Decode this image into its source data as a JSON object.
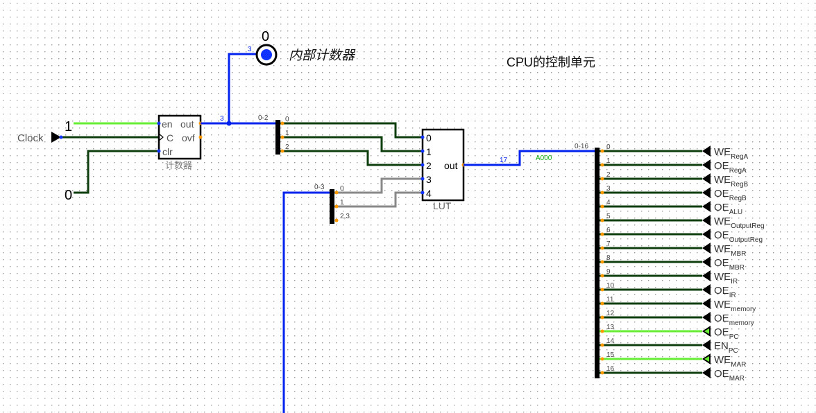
{
  "title": "CPU的控制单元",
  "colors": {
    "bus": "#0022ee",
    "wire_low": "#0e3d0e",
    "wire_high": "#66ee33",
    "wire_gray": "#888888",
    "pin": "#ff9900",
    "pin_blue": "#1133ff"
  },
  "probe": {
    "value": "0",
    "label": "内部计数器",
    "width": "3"
  },
  "clock": {
    "label": "Clock"
  },
  "constants": {
    "en_value": "1",
    "clr_value": "0"
  },
  "counter": {
    "name": "计数器",
    "ports": {
      "en": "en",
      "clk": "C",
      "clr": "clr",
      "out": "out",
      "ovf": "ovf"
    },
    "width": "3"
  },
  "splitter_counter": {
    "range": "0-2",
    "bits": [
      "0",
      "1",
      "2"
    ]
  },
  "splitter_input": {
    "range": "0-3",
    "bits": [
      "0",
      "1",
      "2,3"
    ]
  },
  "lut": {
    "name": "LUT",
    "inputs": [
      "0",
      "1",
      "2",
      "3",
      "4"
    ],
    "out_label": "out",
    "width": "17"
  },
  "bus_value": "A000",
  "splitter_out": {
    "range": "0-16"
  },
  "control_signals": [
    {
      "index": "0",
      "main": "WE",
      "sub": "RegA",
      "value": 0
    },
    {
      "index": "1",
      "main": "OE",
      "sub": "RegA",
      "value": 0
    },
    {
      "index": "2",
      "main": "WE",
      "sub": "RegB",
      "value": 0
    },
    {
      "index": "3",
      "main": "OE",
      "sub": "RegB",
      "value": 0
    },
    {
      "index": "4",
      "main": "OE",
      "sub": "ALU",
      "value": 0
    },
    {
      "index": "5",
      "main": "WE",
      "sub": "OutputReg",
      "value": 0
    },
    {
      "index": "6",
      "main": "OE",
      "sub": "OutputReg",
      "value": 0
    },
    {
      "index": "7",
      "main": "WE",
      "sub": "MBR",
      "value": 0
    },
    {
      "index": "8",
      "main": "OE",
      "sub": "MBR",
      "value": 0
    },
    {
      "index": "9",
      "main": "WE",
      "sub": "IR",
      "value": 0
    },
    {
      "index": "10",
      "main": "OE",
      "sub": "IR",
      "value": 0
    },
    {
      "index": "11",
      "main": "WE",
      "sub": "memory",
      "value": 0
    },
    {
      "index": "12",
      "main": "OE",
      "sub": "memory",
      "value": 0
    },
    {
      "index": "13",
      "main": "OE",
      "sub": "PC",
      "value": 1
    },
    {
      "index": "14",
      "main": "EN",
      "sub": "PC",
      "value": 0
    },
    {
      "index": "15",
      "main": "WE",
      "sub": "MAR",
      "value": 1
    },
    {
      "index": "16",
      "main": "OE",
      "sub": "MAR",
      "value": 0
    }
  ]
}
